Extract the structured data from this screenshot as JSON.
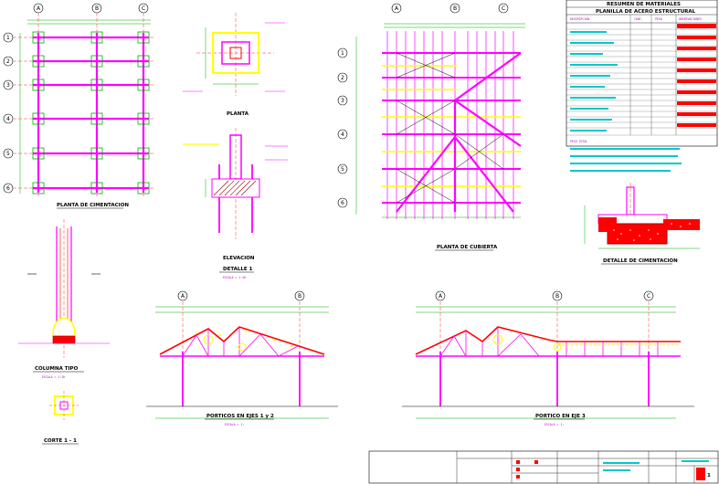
{
  "grid_axes": {
    "foundation_cols": [
      "A",
      "B",
      "C"
    ],
    "foundation_rows": [
      "1",
      "2",
      "3",
      "4",
      "5",
      "6"
    ],
    "roof_cols": [
      "A",
      "B",
      "C"
    ],
    "roof_rows": [
      "1",
      "2",
      "3",
      "4",
      "5",
      "6"
    ],
    "frame12_cols": [
      "A",
      "B"
    ],
    "frame3_cols": [
      "A",
      "B",
      "C"
    ]
  },
  "titles": {
    "foundation_plan": "PLANTA DE CIMENTACION",
    "column_plan": "PLANTA",
    "elevation": "ELEVACION",
    "detail1": "DETALLE 1",
    "detail1_scale": "ESCALA = 1:10",
    "roof_plan": "PLANTA DE CUBIERTA",
    "foundation_detail": "DETALLE DE CIMENTACION",
    "column_type": "COLUMNA TIPO",
    "column_type_scale": "ESCALA = 1:10",
    "cut": "CORTE 1 - 1",
    "frames12": "PORTICOS EN EJES 1 y 2",
    "frames12_scale": "ESCALA = 1:",
    "frame3": "PORTICO EN EJE 3",
    "frame3_scale": "ESCALA = 1:"
  },
  "materials_table": {
    "title": "RESUMEN DE MATERIALES",
    "subtitle": "PLANILLA DE ACERO ESTRUCTURAL",
    "headers": [
      "DESCRIPCION",
      "CANT.",
      "PESO",
      "OBSERVACIONES"
    ],
    "footer": "PESO TOTAL"
  },
  "title_block": {
    "sheet_number": "1"
  },
  "colors": {
    "background": "#ffffff",
    "magenta": "#ff00ff",
    "yellow": "#ffff00",
    "red": "#ff0000",
    "green": "#00b000",
    "cyan": "#00c8c8",
    "dark_red": "#a00000",
    "text": "#000000"
  }
}
